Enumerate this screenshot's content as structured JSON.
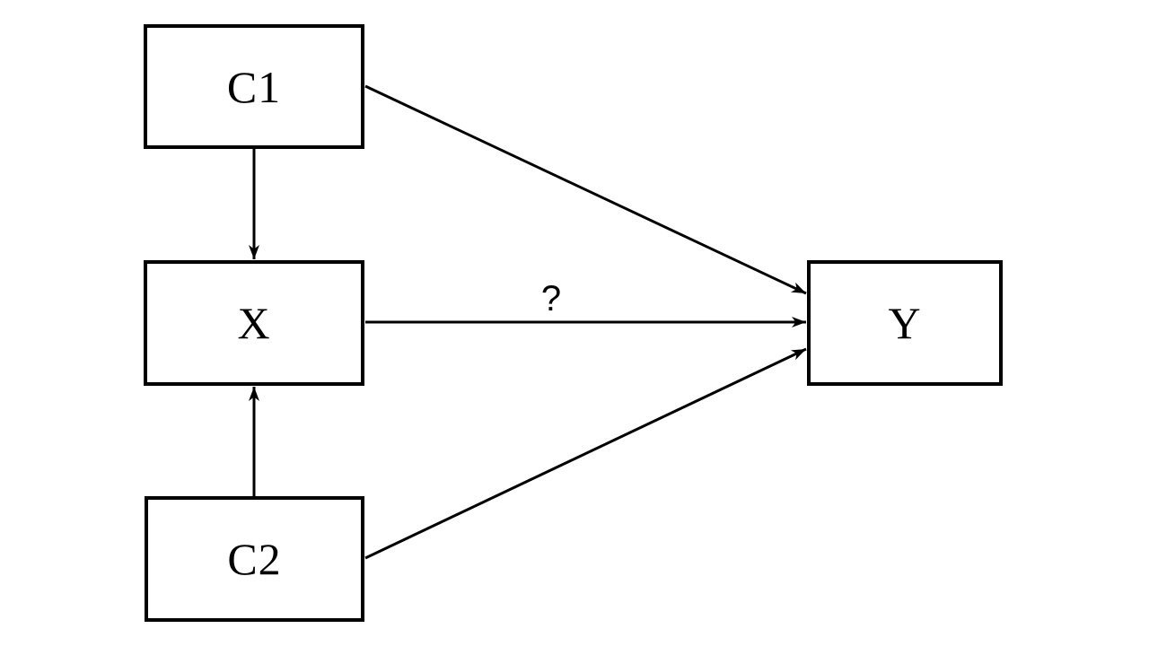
{
  "diagram": {
    "type": "causal-dag",
    "nodes": {
      "c1": {
        "label": "C1"
      },
      "x": {
        "label": "X"
      },
      "c2": {
        "label": "C2"
      },
      "y": {
        "label": "Y"
      }
    },
    "edges": {
      "c1_to_x": {
        "from": "C1",
        "to": "X",
        "label": ""
      },
      "c2_to_x": {
        "from": "C2",
        "to": "X",
        "label": ""
      },
      "x_to_y": {
        "from": "X",
        "to": "Y",
        "label": "?"
      },
      "c1_to_y": {
        "from": "C1",
        "to": "Y",
        "label": ""
      },
      "c2_to_y": {
        "from": "C2",
        "to": "Y",
        "label": ""
      }
    },
    "colors": {
      "stroke": "#000000",
      "background": "#ffffff",
      "text": "#000000"
    }
  }
}
